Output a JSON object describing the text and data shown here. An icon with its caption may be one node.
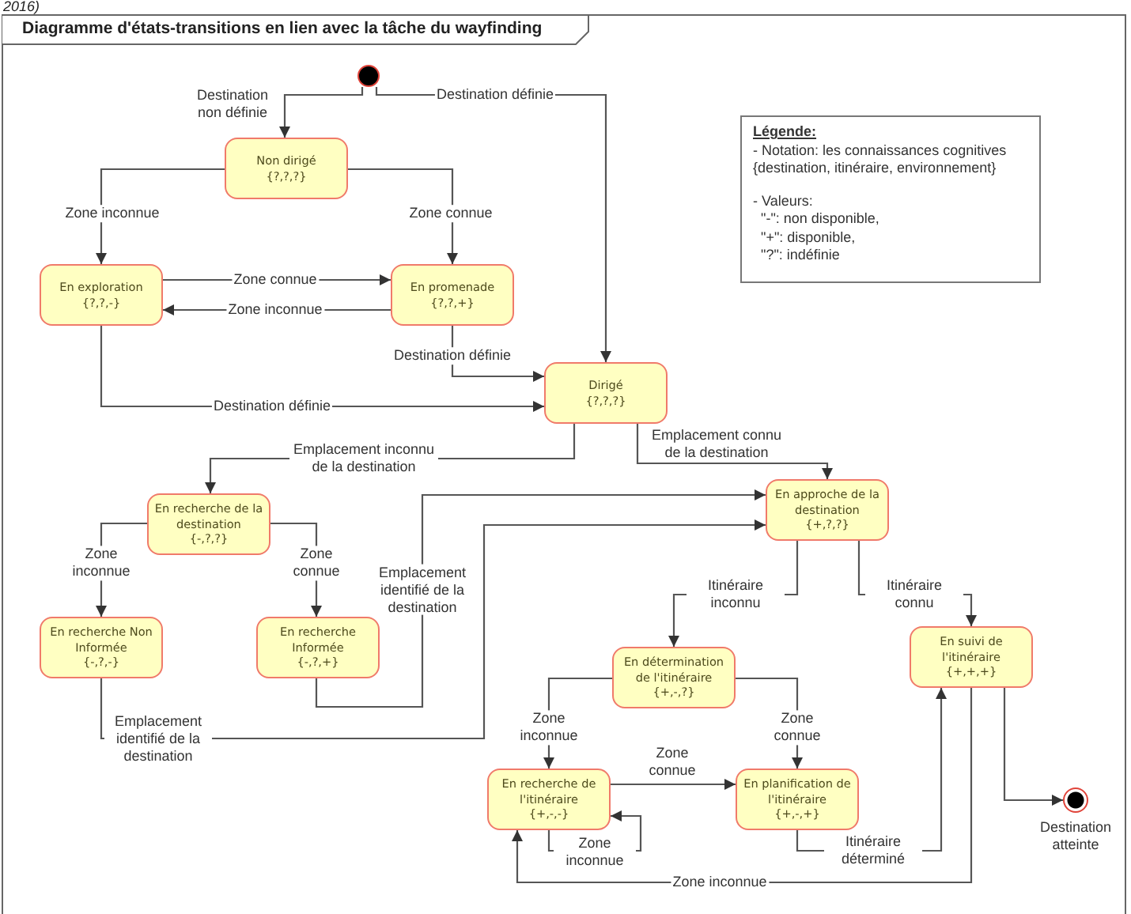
{
  "diagram": {
    "title": "Diagramme d'états-transitions en lien avec la tâche du wayfinding",
    "nodes": [
      {
        "text": [],
        "shape": "circle"
      },
      {
        "text": [
          "Non dirigé",
          "{?,?,?}"
        ]
      },
      {
        "text": [
          "En exploration",
          "{?,?,-}"
        ]
      },
      {
        "text": [
          "En promenade",
          "{?,?,+}"
        ]
      },
      {
        "text": [
          "Dirigé",
          "{?,?,?}"
        ]
      },
      {
        "text": [
          "En recherche de la destination",
          "{-,?,?}"
        ]
      },
      {
        "text": [
          "En recherche Non Informée",
          "{-,?,-}"
        ]
      },
      {
        "text": [
          "En recherche Informée",
          "{-,?,+}"
        ]
      },
      {
        "text": [
          "En approche de la destination",
          "{+,?,?}"
        ]
      },
      {
        "text": [
          "En détermination de l'itinéraire",
          "{+,-,?}"
        ]
      },
      {
        "text": [
          "En suivi de l'itinéraire",
          "{+,+,+}"
        ]
      },
      {
        "text": [
          "En recherche de l'itinéraire",
          "{+,-,-}"
        ]
      },
      {
        "text": [
          "En planification de l'itinéraire",
          "{+,-,+}"
        ]
      },
      {
        "text": [],
        "shape": "circle",
        "beside": [
          "Destination atteinte"
        ]
      },
      {
        "text": [
          "Légende:",
          "- Notation: les connaissances cognitives {destination, itinéraire, environnement}",
          "- Valeurs:",
          "\"-\": non disponible,",
          "\"+\": disponible,",
          "\"?\": indéfinie"
        ]
      }
    ],
    "edges": [
      {
        "from": 0,
        "to": 1,
        "arrow": "to",
        "label": "Destination non définie"
      },
      {
        "from": 0,
        "to": 4,
        "arrow": "to",
        "label": "Destination définie"
      },
      {
        "from": 1,
        "to": 2,
        "arrow": "to",
        "label": "Zone inconnue"
      },
      {
        "from": 1,
        "to": 3,
        "arrow": "to",
        "label": "Zone connue"
      },
      {
        "from": 2,
        "to": 3,
        "arrow": "to",
        "label": "Zone connue"
      },
      {
        "from": 3,
        "to": 2,
        "arrow": "to",
        "label": "Zone inconnue"
      },
      {
        "from": 3,
        "to": 4,
        "arrow": "to",
        "label": "Destination définie"
      },
      {
        "from": 2,
        "to": 4,
        "arrow": "to",
        "label": "Destination définie"
      },
      {
        "from": 4,
        "to": 5,
        "arrow": "to",
        "label": "Emplacement inconnu de la destination"
      },
      {
        "from": 4,
        "to": 8,
        "arrow": "to",
        "label": "Emplacement connu de la destination"
      },
      {
        "from": 5,
        "to": 6,
        "arrow": "to",
        "label": "Zone inconnue"
      },
      {
        "from": 5,
        "to": 7,
        "arrow": "to",
        "label": "Zone connue"
      },
      {
        "from": 7,
        "to": 8,
        "arrow": "to",
        "label": "Emplacement identifié de la destination"
      },
      {
        "from": 6,
        "to": 8,
        "arrow": "to",
        "label": "Emplacement identifié de la destination"
      },
      {
        "from": 8,
        "to": 9,
        "arrow": "to",
        "label": "Itinéraire inconnu"
      },
      {
        "from": 8,
        "to": 10,
        "arrow": "to",
        "label": "Itinéraire connu"
      },
      {
        "from": 9,
        "to": 11,
        "arrow": "to",
        "label": "Zone inconnue"
      },
      {
        "from": 9,
        "to": 12,
        "arrow": "to",
        "label": "Zone connue"
      },
      {
        "from": 11,
        "to": 12,
        "arrow": "to",
        "label": "Zone connue"
      },
      {
        "from": 11,
        "to": 11,
        "arrow": "to",
        "label": "Zone inconnue"
      },
      {
        "from": 12,
        "to": 10,
        "arrow": "to",
        "label": "Itinéraire déterminé"
      },
      {
        "from": 10,
        "to": 13,
        "arrow": "to"
      },
      {
        "from": 10,
        "to": 11,
        "arrow": "to",
        "label": "Zone inconnue"
      }
    ],
    "labels": [
      "2016)"
    ]
  }
}
